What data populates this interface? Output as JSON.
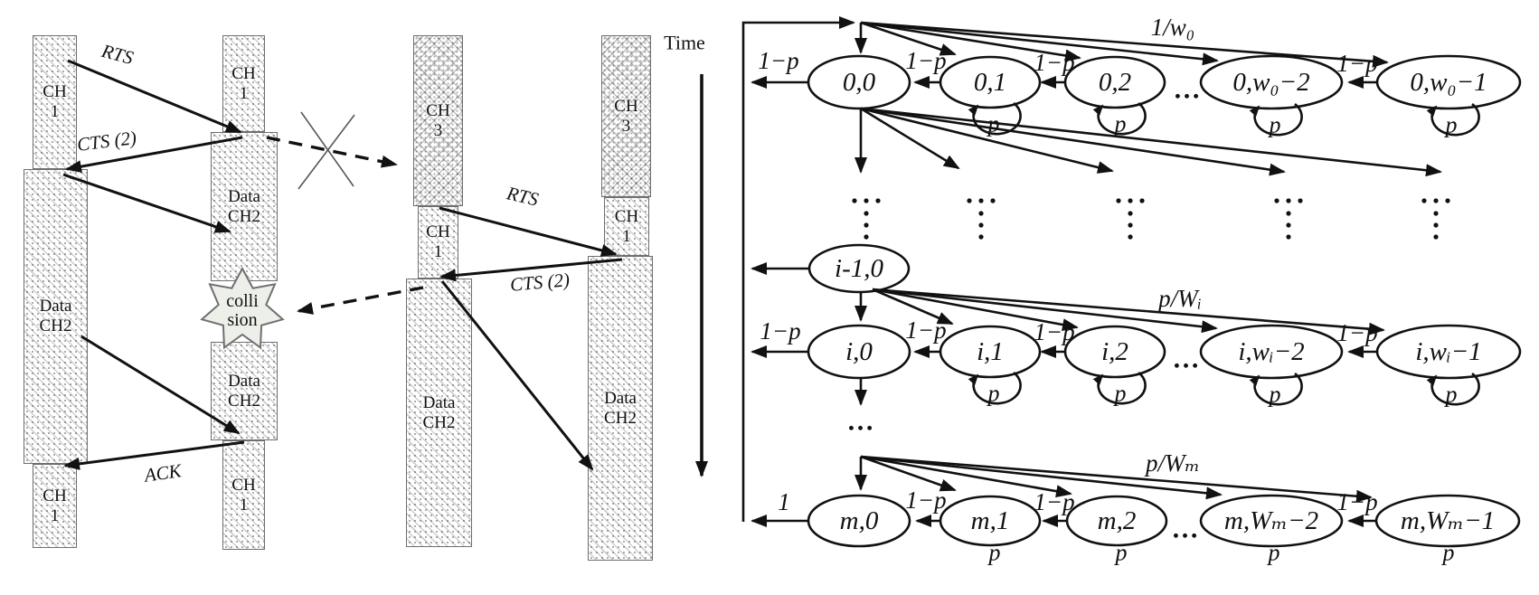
{
  "left": {
    "bars": {
      "a1": "CH\n1",
      "a2": "Data\nCH2",
      "a3": "CH\n1",
      "b1": "CH\n1",
      "b2": "Data\nCH2",
      "b3": "Data\nCH2",
      "b4": "CH\n1",
      "c1": "CH\n3",
      "c2": "CH\n1",
      "c3": "Data\nCH2",
      "d1": "CH\n3",
      "d2": "CH\n1",
      "d3": "Data\nCH2"
    },
    "messages": {
      "rts1": "RTS",
      "cts1": "CTS (2)",
      "rts2": "RTS",
      "cts2": "CTS (2)",
      "ack": "ACK"
    },
    "collision": "colli\nsion",
    "time_label": "Time"
  },
  "markov": {
    "row0": {
      "s0": "0,0",
      "s1": "0,1",
      "s2": "0,2",
      "s3": "0,w₀−2",
      "s4": "0,w₀−1",
      "entry": "1/w₀"
    },
    "rowi": {
      "prev": "i-1,0",
      "s0": "i,0",
      "s1": "i,1",
      "s2": "i,2",
      "s3": "i,wᵢ−2",
      "s4": "i,wᵢ−1",
      "entry": "p/Wᵢ"
    },
    "rowm": {
      "s0": "m,0",
      "s1": "m,1",
      "s2": "m,2",
      "s3": "m,Wₘ−2",
      "s4": "m,Wₘ−1",
      "entry": "p/Wₘ"
    },
    "edge": {
      "one_minus_p": "1−p",
      "p": "p",
      "one": "1",
      "dots": "…"
    }
  }
}
